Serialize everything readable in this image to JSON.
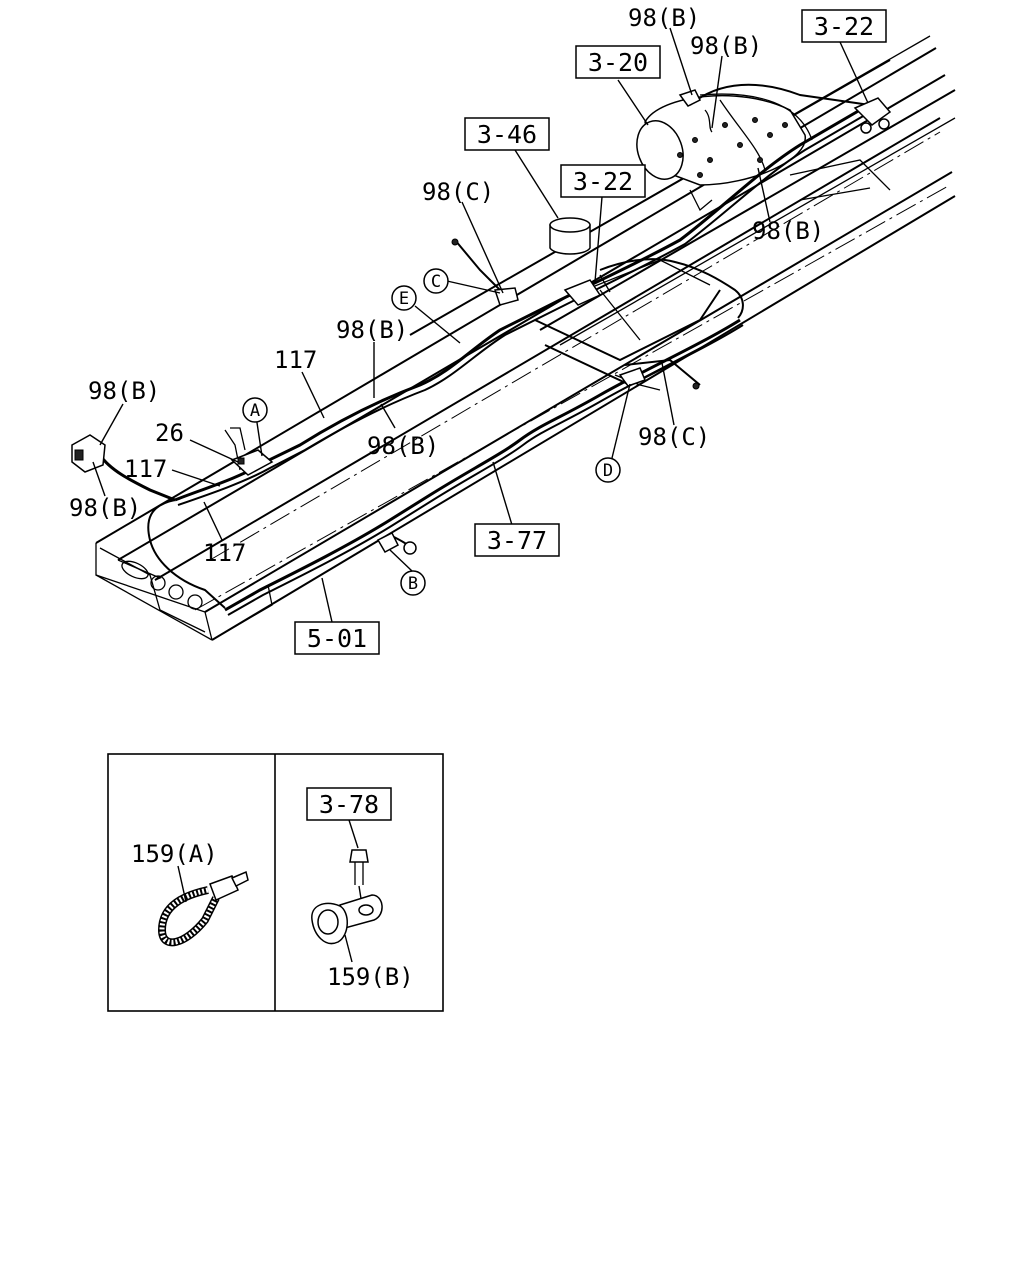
{
  "part_labels": {
    "p98b_top1": "98(B)",
    "p98b_top2": "98(B)",
    "p98c_mid": "98(C)",
    "p98b_right": "98(B)",
    "p98b_center": "98(B)",
    "p117_top": "117",
    "p98b_left": "98(B)",
    "p26": "26",
    "p117_mid": "117",
    "p98b_lower_center": "98(B)",
    "p98b_left_low": "98(B)",
    "p117_low": "117",
    "p98c_right": "98(C)",
    "p159a": "159(A)",
    "p159b": "159(B)"
  },
  "ref_boxes": {
    "r3_22_top": "3-22",
    "r3_20": "3-20",
    "r3_46": "3-46",
    "r3_22_mid": "3-22",
    "r3_77": "3-77",
    "r5_01": "5-01",
    "r3_78": "3-78"
  },
  "circle_markers": {
    "a": "A",
    "b": "B",
    "c": "C",
    "d": "D",
    "e": "E"
  }
}
